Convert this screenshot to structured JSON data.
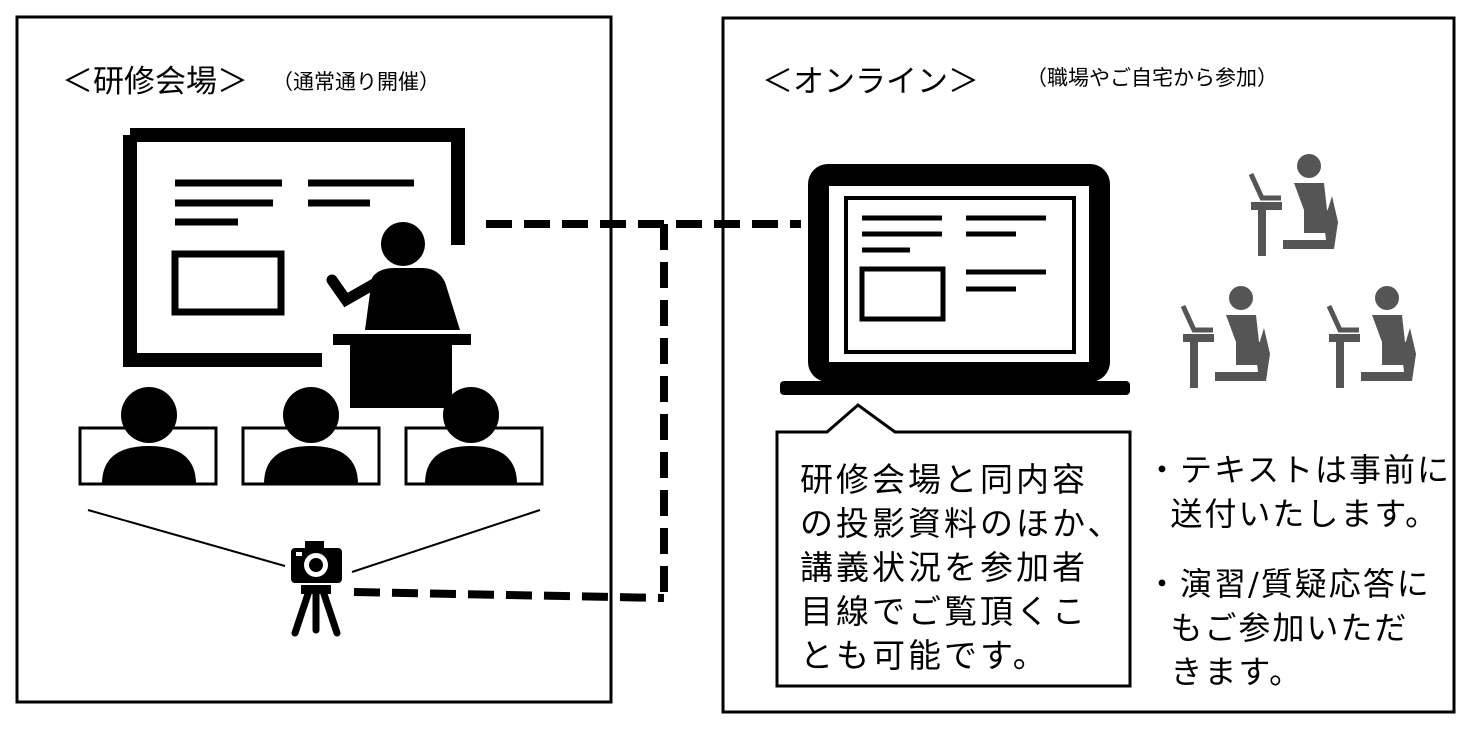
{
  "venue": {
    "title": "＜研修会場＞",
    "subtitle": "（通常通り開催）"
  },
  "online": {
    "title": "＜オンライン＞",
    "subtitle": "（職場やご自宅から参加）",
    "bubble_text": "研修会場と同内容\nの投影資料のほか、\n講義状況を参加者\n目線でご覧頂くこ\nとも可能です。",
    "bullets": [
      "・テキストは事前に\n  送付いたします。",
      "・演習/質疑応答に\n  もご参加いただ\n  きます。"
    ]
  },
  "icons": {
    "screen": "presentation-screen-icon",
    "presenter": "presenter-at-podium-icon",
    "audience": "audience-member-icon",
    "camera": "camera-on-tripod-icon",
    "laptop": "laptop-icon",
    "remote": "remote-participant-at-desk-icon"
  },
  "colors": {
    "line": "#000000",
    "remote_icon": "#555555"
  }
}
